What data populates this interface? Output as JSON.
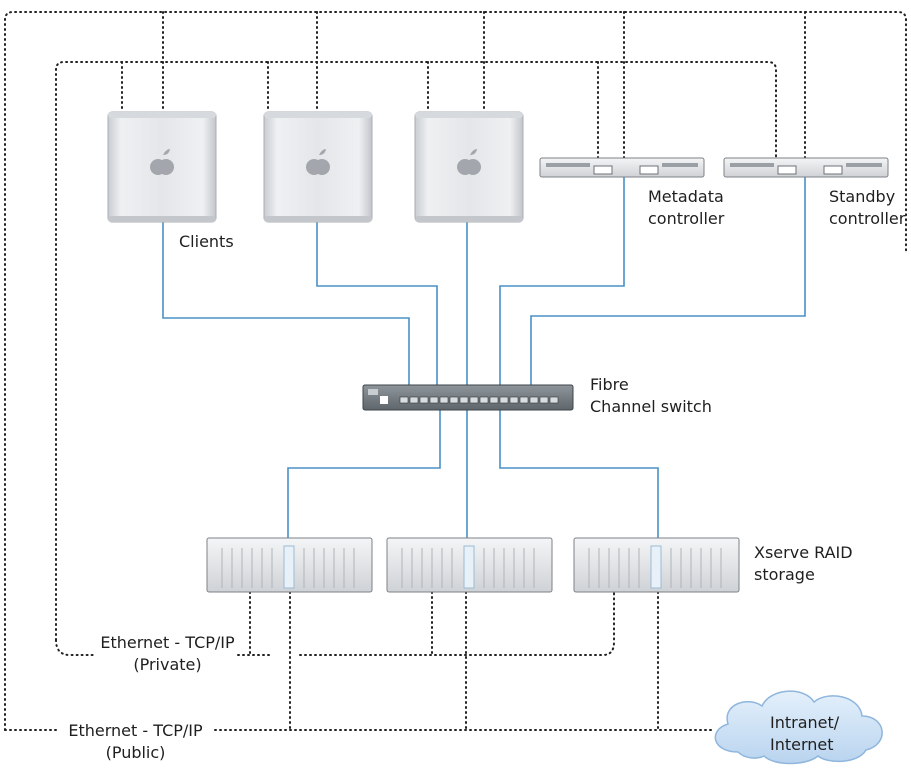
{
  "colors": {
    "fibre_link": "#4a90c6",
    "ethernet_link": "#222222",
    "cloud_fill": "#cfe3f7",
    "cloud_stroke": "#8fb6dc"
  },
  "icons": {
    "client": "mac-pro-tower-icon",
    "controller": "xserve-1u-server-icon",
    "switch": "fibre-channel-switch-icon",
    "storage": "xserve-raid-icon",
    "network": "cloud-icon"
  },
  "labels": {
    "clients": "Clients",
    "metadata_controller": [
      "Metadata",
      "controller"
    ],
    "standby_controller": [
      "Standby",
      "controller"
    ],
    "fibre_switch": [
      "Fibre",
      "Channel switch"
    ],
    "raid_storage": [
      "Xserve RAID",
      "storage"
    ],
    "ethernet_private": [
      "Ethernet - TCP/IP",
      "(Private)"
    ],
    "ethernet_public": [
      "Ethernet - TCP/IP",
      "(Public)"
    ],
    "cloud": [
      "Intranet/",
      "Internet"
    ]
  }
}
